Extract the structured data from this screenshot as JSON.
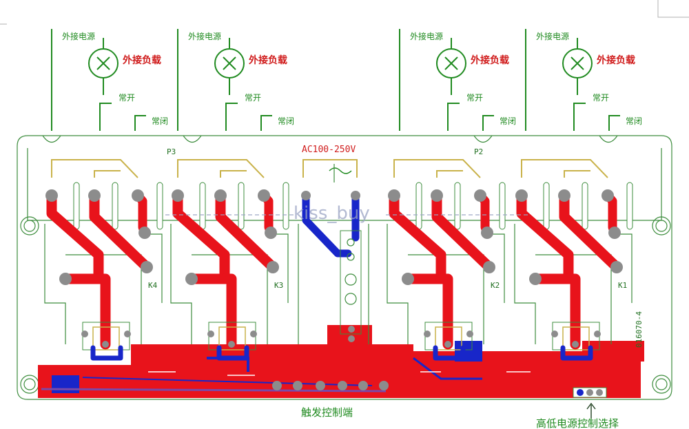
{
  "load_block": {
    "external_power": "外接电源",
    "external_load": "外接负载",
    "normally_open": "常开",
    "normally_closed": "常闭"
  },
  "board": {
    "header_left": "P3",
    "header_right": "P2",
    "ac_input": "AC100-250V",
    "relays": [
      "K4",
      "K3",
      "K2",
      "K1"
    ],
    "board_code": "016070-4",
    "watermark": "kiss_buy"
  },
  "bottom": {
    "trigger_label": "触发控制端",
    "power_select_label": "高低电源控制选择"
  },
  "colors": {
    "trace_top": "#e8131b",
    "trace_bottom": "#1826c9",
    "silkscreen": "#3c8c3c",
    "label_red": "#d01c1c",
    "label_green": "#1f8a1f"
  }
}
